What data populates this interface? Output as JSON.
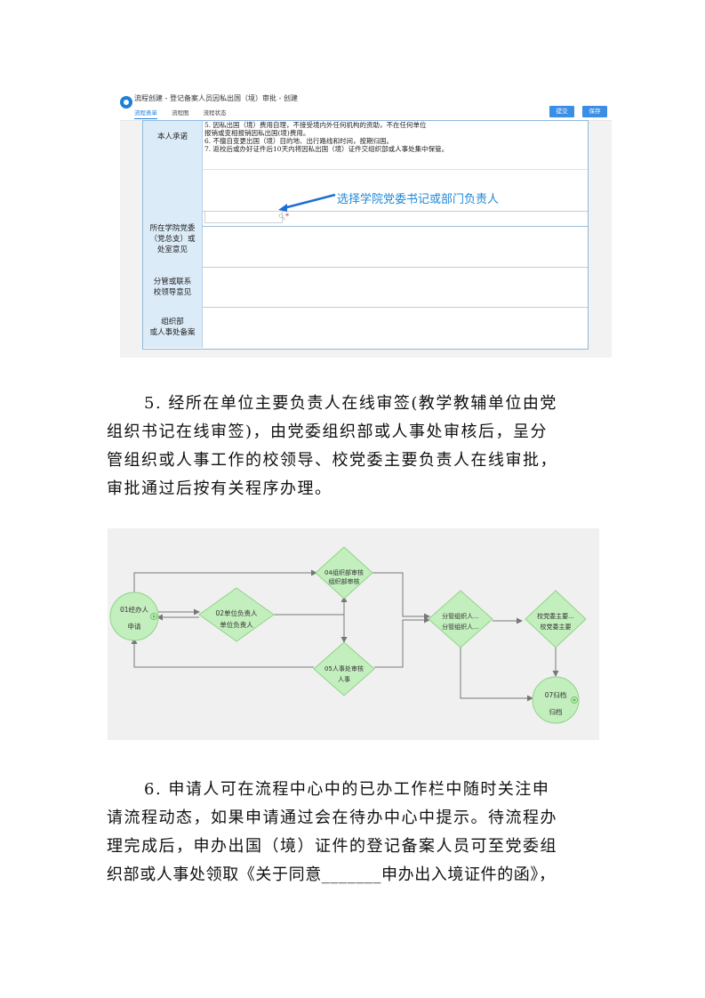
{
  "form_shot": {
    "title": "流程创建 - 登记备案人员因私出国（境）审批 - 创建",
    "tabs": [
      "流程表单",
      "流程图",
      "流程状态"
    ],
    "buttons": {
      "submit": "提交",
      "save": "保存"
    },
    "promise_label": "本人承诺",
    "promise_lines": [
      "5. 因私出国（境）费用自理，不接受境内外任何机构的资助，不在任何单位",
      "报销或变相报销因私出国(境)费用。",
      "6. 不擅自变更出国（境）目的地、出行路线和时间，按期归国。",
      "7. 返校后或办好证件后10天内将因私出国（境）证件交组织部或人事处集中保管。"
    ],
    "annotation": "选择学院党委书记或部门负责人",
    "search_icon": "search-icon",
    "required_mark": "*",
    "opinion_labels": {
      "college": [
        "所在学院党委",
        "（党总支）或",
        "处室意见"
      ],
      "leader": [
        "分管或联系",
        "校领导意见"
      ],
      "org": [
        "组织部",
        "或人事处备案"
      ]
    }
  },
  "paragraph5": [
    "5. 经所在单位主要负责人在线审签(教学教辅单位由党",
    "组织书记在线审签)，由党委组织部或人事处审核后，呈分",
    "管组织或人事工作的校领导、校党委主要负责人在线审批，",
    "审批通过后按有关程序办理。"
  ],
  "flow": {
    "nodes": {
      "start": {
        "line1": "01经办人",
        "line2": "申请"
      },
      "unit": {
        "line1": "02单位负责人",
        "line2": "单位负责人"
      },
      "org": {
        "line1": "04组织部审核",
        "line2": "组织部审核"
      },
      "hr": {
        "line1": "05人事处审核",
        "line2": "人事"
      },
      "leader": {
        "line1": "分管组织人...",
        "line2": "分管组织人..."
      },
      "party": {
        "line1": "校党委主要...",
        "line2": "校党委主要"
      },
      "archive": {
        "line1": "07归档",
        "line2": "归档"
      }
    },
    "colors": {
      "node_fill": "#c3eebd",
      "node_stroke": "#8fd488",
      "edge": "#777777",
      "background": "#f0f0f0"
    }
  },
  "paragraph6": [
    "6. 申请人可在流程中心中的已办工作栏中随时关注申",
    "请流程动态，如果申请通过会在待办中心中提示。待流程办",
    "理完成后，申办出国（境）证件的登记备案人员可至党委组",
    "织部或人事处领取《关于同意_______申办出入境证件的函》，"
  ]
}
